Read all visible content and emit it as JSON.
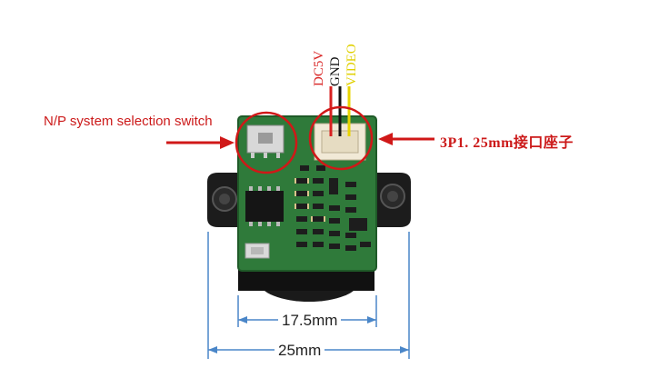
{
  "labels": {
    "np_switch": "N/P system selection switch",
    "connector": "3P1. 25mm接口座子"
  },
  "wires": {
    "dc": "DC5V",
    "gnd": "GND",
    "video": "VIDEO"
  },
  "dimensions": {
    "inner": "17.5mm",
    "outer": "25mm"
  },
  "colors": {
    "pcb": "#2f7a3a",
    "annotation": "#cc1a1a",
    "wire_dc": "#d82020",
    "wire_gnd": "#111111",
    "wire_video": "#e8d400"
  }
}
